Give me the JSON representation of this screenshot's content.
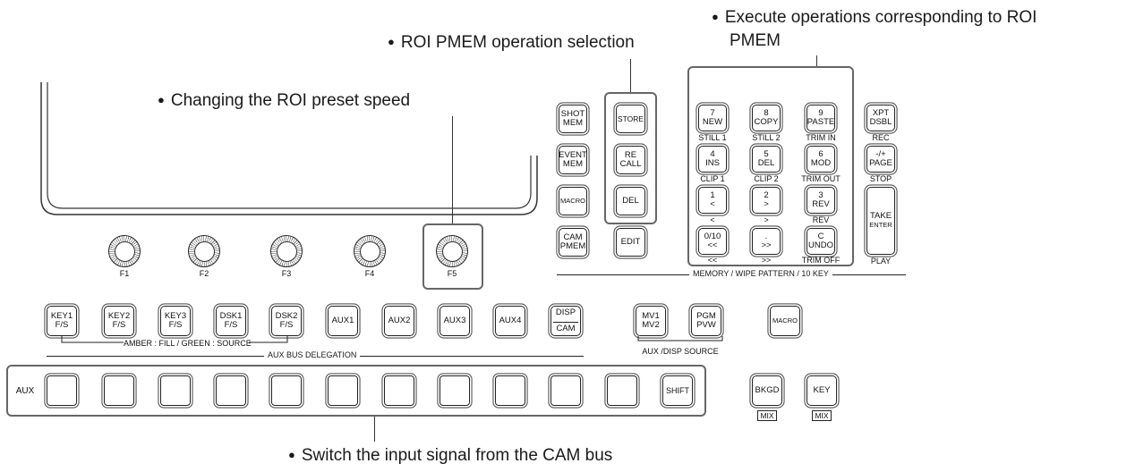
{
  "callouts": {
    "execute_line1": "Execute operations corresponding to ROI",
    "execute_line2": "PMEM",
    "roi_selection": "ROI PMEM operation selection",
    "preset_speed": "Changing the ROI preset speed",
    "switch_input": "Switch the input signal from the CAM bus",
    "bullet": "●"
  },
  "knobs": [
    "F1",
    "F2",
    "F3",
    "F4",
    "F5"
  ],
  "left_menu": [
    {
      "l1": "SHOT",
      "l2": "MEM"
    },
    {
      "l1": "EVENT",
      "l2": "MEM"
    },
    {
      "l1": "MACRO",
      "l2": ""
    },
    {
      "l1": "CAM",
      "l2": "PMEM"
    }
  ],
  "roi_ops": [
    {
      "l1": "STORE",
      "l2": ""
    },
    {
      "l1": "RE",
      "l2": "CALL"
    },
    {
      "l1": "DEL",
      "l2": ""
    },
    {
      "l1": "EDIT",
      "l2": ""
    }
  ],
  "keypad": [
    {
      "l1": "7",
      "l2": "NEW",
      "sub": "STILL 1"
    },
    {
      "l1": "8",
      "l2": "COPY",
      "sub": "STILL 2"
    },
    {
      "l1": "9",
      "l2": "PASTE",
      "sub": "TRIM IN"
    },
    {
      "l1": "4",
      "l2": "INS",
      "sub": "CLIP 1"
    },
    {
      "l1": "5",
      "l2": "DEL",
      "sub": "CLIP 2"
    },
    {
      "l1": "6",
      "l2": "MOD",
      "sub": "TRIM OUT"
    },
    {
      "l1": "1",
      "l2": "<",
      "sub": "<"
    },
    {
      "l1": "2",
      "l2": ">",
      "sub": ">"
    },
    {
      "l1": "3",
      "l2": "REV",
      "sub": "REV"
    },
    {
      "l1": "0/10",
      "l2": "<<",
      "sub": "<<"
    },
    {
      "l1": ".",
      "l2": ">>",
      "sub": ">>"
    },
    {
      "l1": "C",
      "l2": "UNDO",
      "sub": "TRIM OFF"
    }
  ],
  "right_col": [
    {
      "l1": "XPT",
      "l2": "DSBL",
      "sub": "REC"
    },
    {
      "l1": "-/+",
      "l2": "PAGE",
      "sub": "STOP"
    },
    {
      "l1": "TAKE",
      "l2": "ENTER",
      "sub": "PLAY"
    }
  ],
  "memory_section": "MEMORY / WIPE PATTERN / 10 KEY",
  "deleg_keys": [
    {
      "l1": "KEY1",
      "l2": "F/S"
    },
    {
      "l1": "KEY2",
      "l2": "F/S"
    },
    {
      "l1": "KEY3",
      "l2": "F/S"
    },
    {
      "l1": "DSK1",
      "l2": "F/S"
    },
    {
      "l1": "DSK2",
      "l2": "F/S"
    },
    {
      "l1": "AUX1",
      "l2": ""
    },
    {
      "l1": "AUX2",
      "l2": ""
    },
    {
      "l1": "AUX3",
      "l2": ""
    },
    {
      "l1": "AUX4",
      "l2": ""
    },
    {
      "l1": "DISP",
      "l2": "CAM"
    }
  ],
  "amber_label": "AMBER : FILL / GREEN : SOURCE",
  "aux_delegation": "AUX BUS DELEGATION",
  "source_keys": [
    {
      "l1": "MV1",
      "l2": "MV2"
    },
    {
      "l1": "PGM",
      "l2": "PVW"
    }
  ],
  "aux_disp_source": "AUX /DISP SOURCE",
  "macro_key": "MACRO",
  "aux_row_label": "AUX",
  "shift_key": "SHIFT",
  "bkgd": {
    "label": "BKGD",
    "sub": "MIX"
  },
  "key_btn": {
    "label": "KEY",
    "sub": "MIX"
  }
}
